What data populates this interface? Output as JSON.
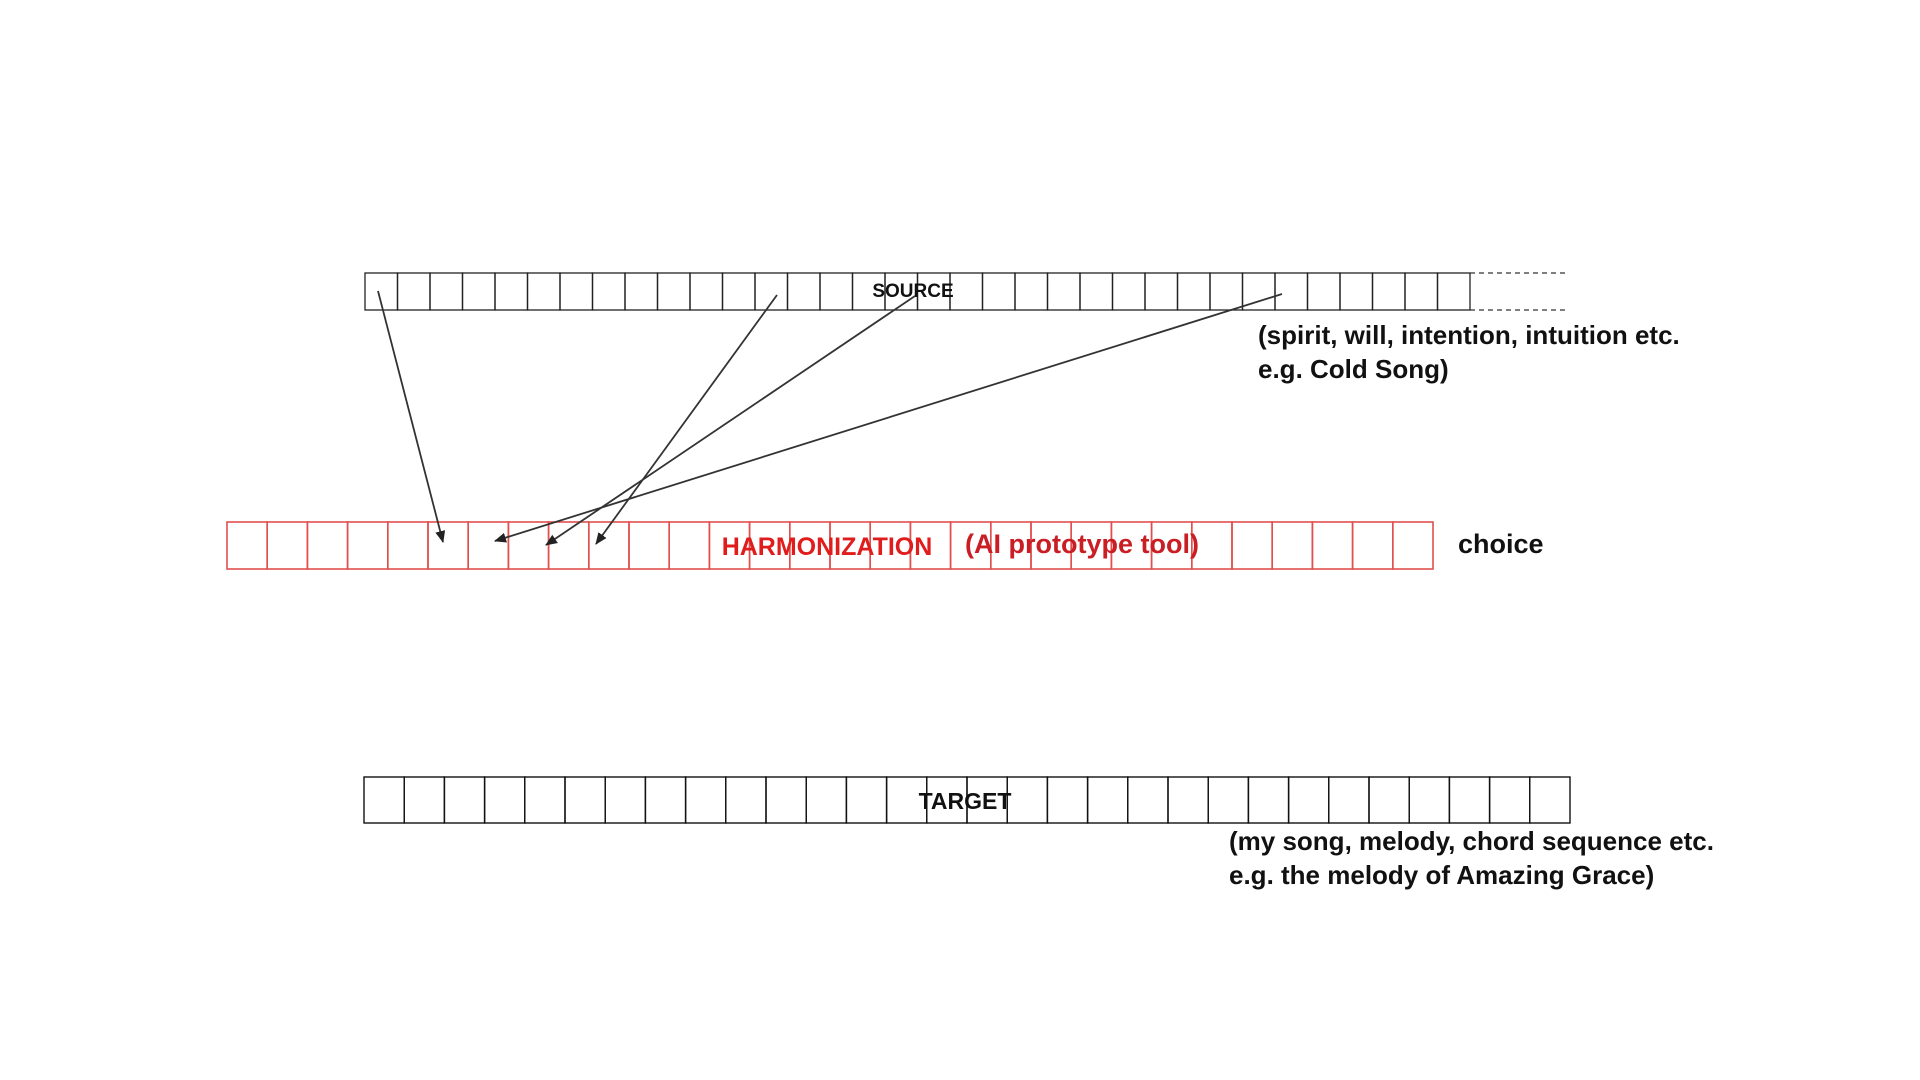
{
  "source": {
    "title": "SOURCE",
    "cell_count": 34,
    "stroke_color": "#222222",
    "description_lines": [
      "(spirit, will, intention, intuition etc.",
      "e.g. Cold Song)"
    ]
  },
  "harmonization": {
    "title": "HARMONIZATION",
    "subtitle": "(AI prototype tool)",
    "cell_count": 30,
    "stroke_color": "#e0504f",
    "text_color": "#e01c1c",
    "subtitle_color": "#c91e24",
    "side_label": "choice"
  },
  "target": {
    "title": "TARGET",
    "cell_count": 30,
    "stroke_color": "#111111",
    "description_lines": [
      "(my song, melody, chord sequence etc.",
      "e.g. the melody of Amazing Grace)"
    ]
  },
  "arrows": [
    {
      "from": "source",
      "to": "harmonization"
    },
    {
      "from": "source",
      "to": "harmonization"
    },
    {
      "from": "source",
      "to": "harmonization"
    },
    {
      "from": "source",
      "to": "harmonization"
    }
  ],
  "arrow_color": "#333333"
}
